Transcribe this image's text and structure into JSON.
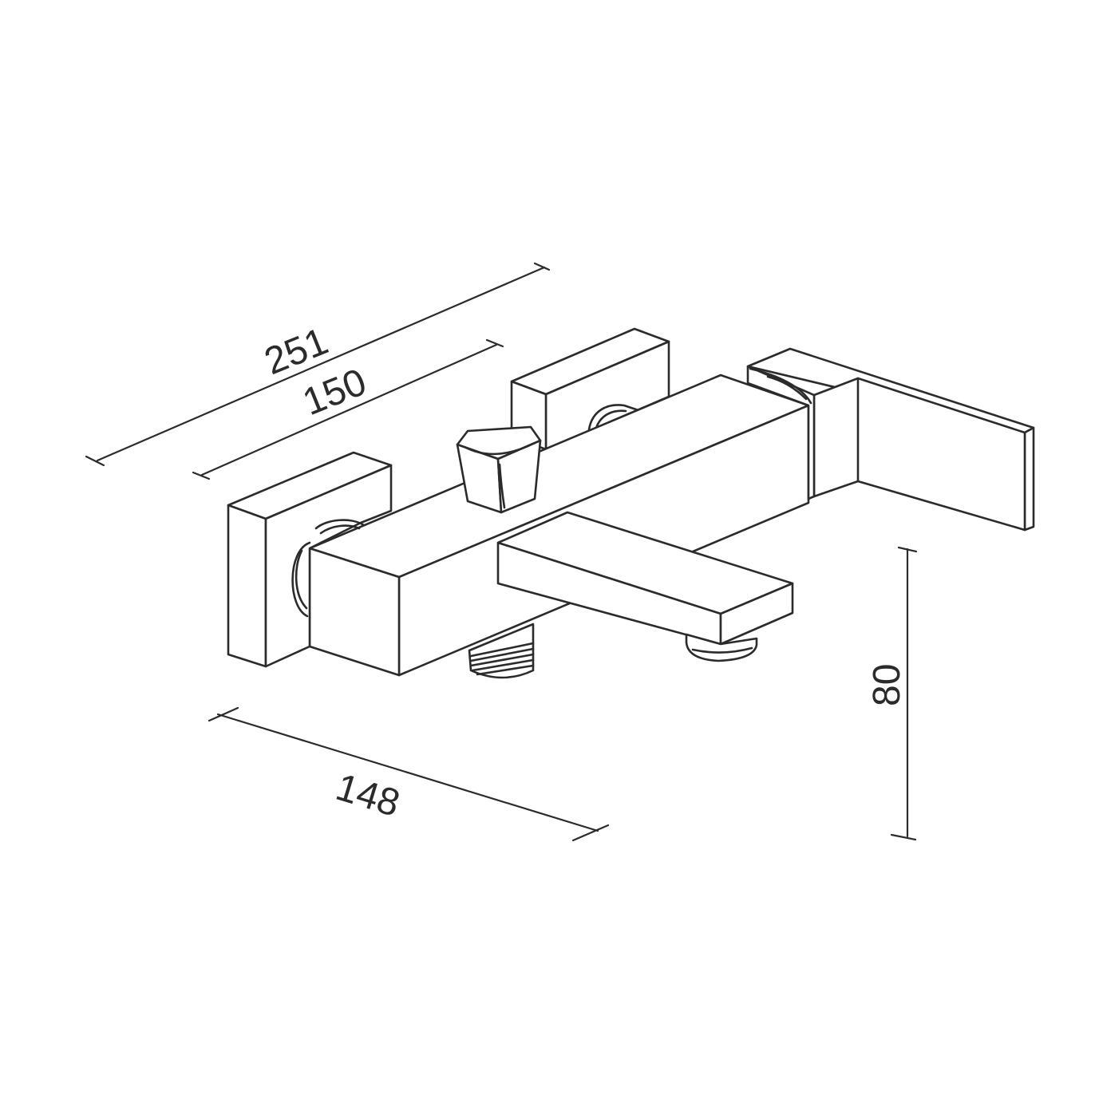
{
  "dimensions": {
    "overall_length": "251",
    "center_distance": "150",
    "depth": "148",
    "height": "80"
  },
  "colors": {
    "line": "#2b2b2b",
    "background": "#ffffff"
  }
}
